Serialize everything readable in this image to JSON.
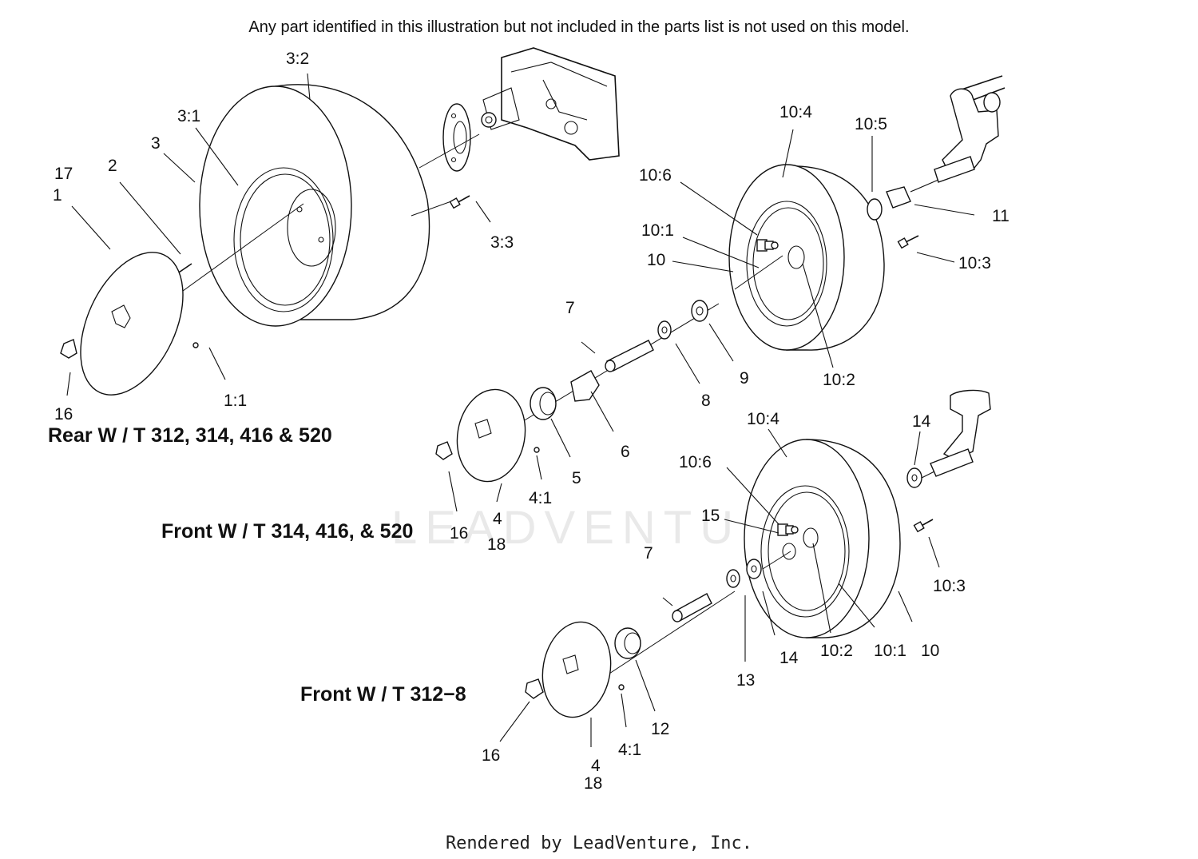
{
  "header_note": "Any part identified in this illustration but not included in the parts list is not used on this model.",
  "footer": "Rendered by LeadVenture, Inc.",
  "watermark": "LEADVENTURE",
  "sections": {
    "rear": "Rear W / T 312, 314, 416 & 520",
    "front_a": "Front W / T 314, 416, & 520",
    "front_b": "Front W / T 312−8"
  },
  "labels": {
    "rear": [
      "17",
      "1",
      "2",
      "3",
      "3:1",
      "3:2",
      "3:3",
      "16",
      "1:1"
    ],
    "front_upper": [
      "10:4",
      "10:5",
      "10:6",
      "11",
      "10:1",
      "10",
      "10:3",
      "10:2",
      "7",
      "9",
      "8",
      "6",
      "5",
      "4:1",
      "4",
      "18",
      "16"
    ],
    "front_lower": [
      "10:4",
      "14",
      "10:6",
      "15",
      "10:3",
      "7",
      "14",
      "13",
      "10:2",
      "10:1",
      "10",
      "12",
      "4:1",
      "16",
      "4",
      "18"
    ]
  }
}
